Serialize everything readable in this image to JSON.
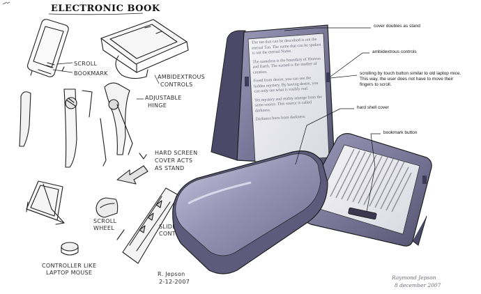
{
  "title": "ELECTRONIC BOOK",
  "colors": {
    "body": "#7d7a9c",
    "body_dark": "#4c4968",
    "body_light": "#b3b0cc",
    "screen": "#e9e9ee",
    "ink": "#1e1e1e"
  },
  "sketch_labels": {
    "scroll": "SCROLL",
    "bookmark": "BOOKMARK",
    "ambidextrous": "AMBIDEXTROUS\nCONTROLS",
    "adjustable": "ADJUSTABLE\nHINGE",
    "hard_screen": "HARD SCREEN\nCOVER ACTS\nAS STAND",
    "scroll_wheel": "SCROLL\nWHEEL",
    "slider": "SLIDER\nCONTROL",
    "controller": "CONTROLLER LIKE\nLAPTOP MOUSE"
  },
  "callouts": [
    "cover doubles as stand",
    "ambidextrous controls",
    "scrolling by touch button similar to old laptop mice. This way, the user does not have to move their fingers to scroll.",
    "hard shell cover",
    "bookmark button"
  ],
  "screen_paragraphs": [
    "The tao that can be described is not the eternal Tao. The name that can be spoken is not the eternal Name.",
    "The nameless is the boundary of Heaven and Earth. The named is the mother of creation.",
    "Freed from desire, you can see the hidden mystery. By having desire, you can only see what is visibly real.",
    "Yet mystery and reality emerge from the same source. This source is called darkness.",
    "Darkness born from darkness."
  ],
  "signatures": {
    "sketch_name": "R. Jepson",
    "sketch_date": "2-12-2007",
    "author": "Raymond Jepson",
    "date": "8 december 2007"
  }
}
